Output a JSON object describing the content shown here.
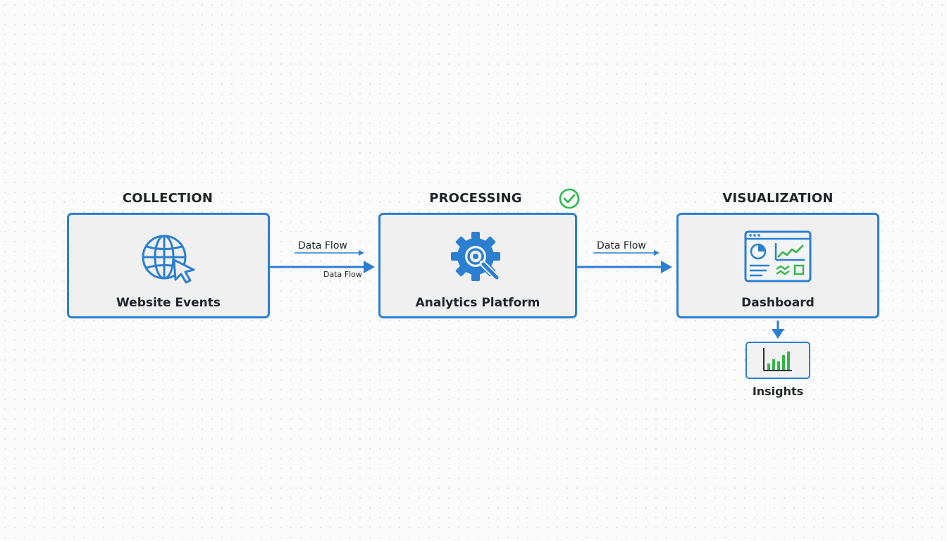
{
  "stages": {
    "collection": {
      "title": "COLLECTION",
      "label": "Website Events",
      "icon": "globe-cursor-icon"
    },
    "processing": {
      "title": "PROCESSING",
      "label": "Analytics Platform",
      "icon": "gear-magnifier-icon",
      "status_icon": "check-circle-icon"
    },
    "visualization": {
      "title": "VISUALIZATION",
      "label": "Dashboard",
      "icon": "dashboard-icon"
    }
  },
  "connectors": {
    "collection_to_processing": {
      "label_top": "Data Flow",
      "label_bottom": "Data Flow"
    },
    "processing_to_visualization": {
      "label_top": "Data Flow"
    }
  },
  "insights": {
    "label": "Insights",
    "icon": "bar-chart-icon"
  },
  "colors": {
    "accent_blue": "#2b7fd0",
    "success_green": "#2db84d",
    "chart_green": "#35b44a",
    "box_fill": "#f0f0f1",
    "text_dark": "#1f2328"
  }
}
